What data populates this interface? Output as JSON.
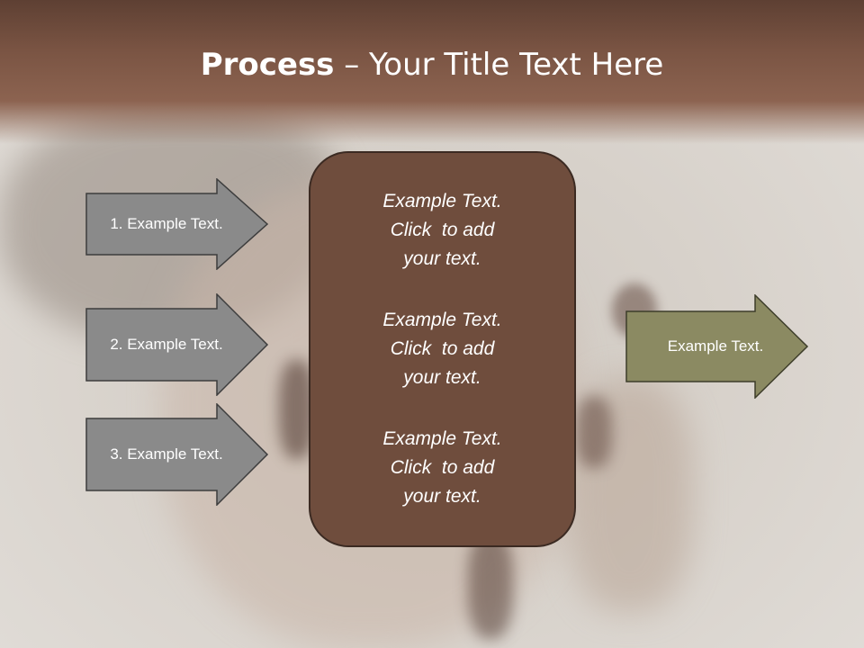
{
  "title": {
    "bold": "Process",
    "rest": " – Your Title Text Here"
  },
  "steps": [
    {
      "label": "1. Example Text."
    },
    {
      "label": "2. Example Text."
    },
    {
      "label": "3. Example Text."
    }
  ],
  "center": {
    "blocks": [
      {
        "line1": "Example Text.",
        "line2": "Click  to add",
        "line3": "your text."
      },
      {
        "line1": "Example Text.",
        "line2": "Click  to add",
        "line3": "your text."
      },
      {
        "line1": "Example Text.",
        "line2": "Click  to add",
        "line3": "your text."
      }
    ]
  },
  "output": {
    "label": "Example Text."
  },
  "colors": {
    "title_band": "#7a5443",
    "step_arrow": "#8a8a8a",
    "center_box": "#6f4d3d",
    "output_arrow": "#8b8a62"
  }
}
